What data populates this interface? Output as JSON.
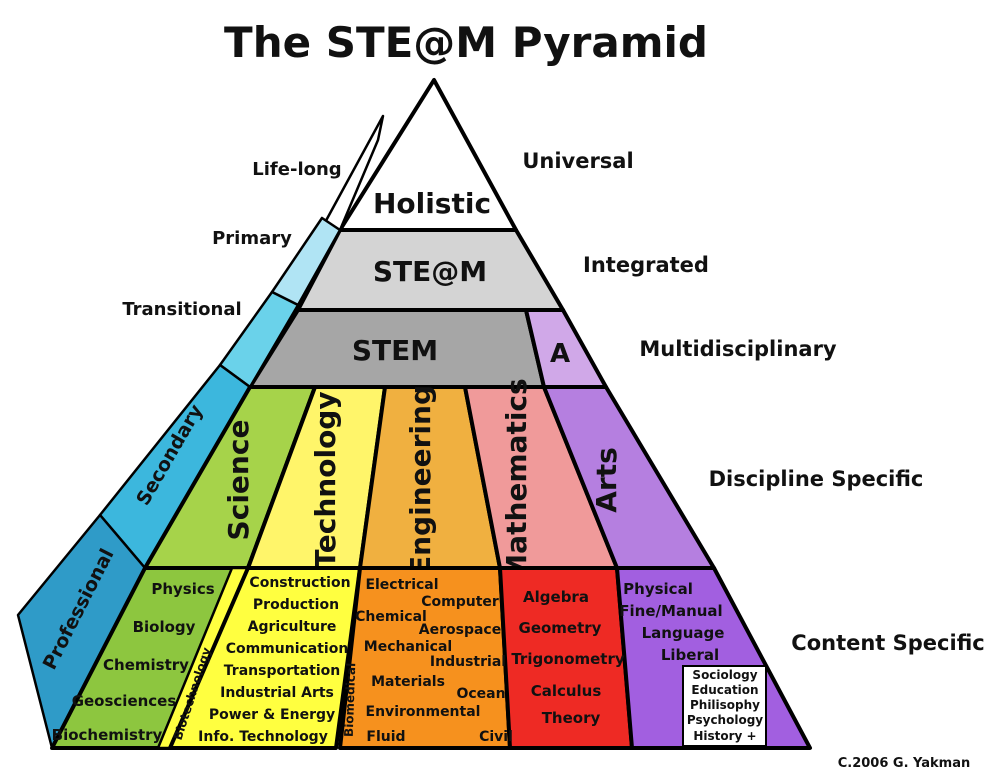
{
  "title": "The STE@M Pyramid",
  "credit": "C.2006 G. Yakman",
  "levels": {
    "holistic": "Holistic",
    "steam": "STE@M",
    "stem": "STEM",
    "a": "A"
  },
  "right_labels": {
    "universal": "Universal",
    "integrated": "Integrated",
    "multidisciplinary": "Multidisciplinary",
    "discipline_specific": "Discipline Specific",
    "content_specific": "Content Specific"
  },
  "left_labels": {
    "life_long": "Life-long",
    "primary": "Primary",
    "transitional": "Transitional",
    "secondary": "Secondary",
    "professional": "Professional"
  },
  "disciplines": {
    "science": "Science",
    "technology": "Technology",
    "engineering": "Engineering",
    "mathematics": "Mathematics",
    "arts": "Arts"
  },
  "side_labels": {
    "biotechnology": "Biotechnology",
    "biomedical": "Biomedical"
  },
  "content": {
    "science": [
      "Physics",
      "Biology",
      "Chemistry",
      "Geosciences",
      "Biochemistry"
    ],
    "technology": [
      "Construction",
      "Production",
      "Agriculture",
      "Communication",
      "Transportation",
      "Industrial Arts",
      "Power & Energy",
      "Info. Technology"
    ],
    "engineering": [
      "Electrical",
      "Computer",
      "Chemical",
      "Aerospace",
      "Mechanical",
      "Industrial",
      "Materials",
      "Ocean",
      "Environmental",
      "Fluid",
      "Civil"
    ],
    "mathematics": [
      "Algebra",
      "Geometry",
      "Trigonometry",
      "Calculus",
      "Theory"
    ],
    "arts": [
      "Physical",
      "Fine/Manual",
      "Language",
      "Liberal"
    ],
    "arts_box": [
      "Sociology",
      "Education",
      "Philisophy",
      "Psychology",
      "History +"
    ]
  },
  "colors": {
    "science": "#a6d34a",
    "science_content": "#8dc63f",
    "technology": "#fff56a",
    "technology_content": "#ffff40",
    "engineering": "#f0b040",
    "engineering_content": "#f6911e",
    "mathematics": "#f09a9a",
    "mathematics_content": "#ee2a24",
    "arts": "#b57fe0",
    "arts_content": "#a25fe0",
    "steam": "#d4d4d4",
    "stem": "#a6a6a6",
    "a_block": "#d0a8e8",
    "left_light": "#b0e4f4",
    "left_mid": "#6ad2ea",
    "left_secondary": "#3cb7dd",
    "left_professional": "#2f9bc8"
  }
}
